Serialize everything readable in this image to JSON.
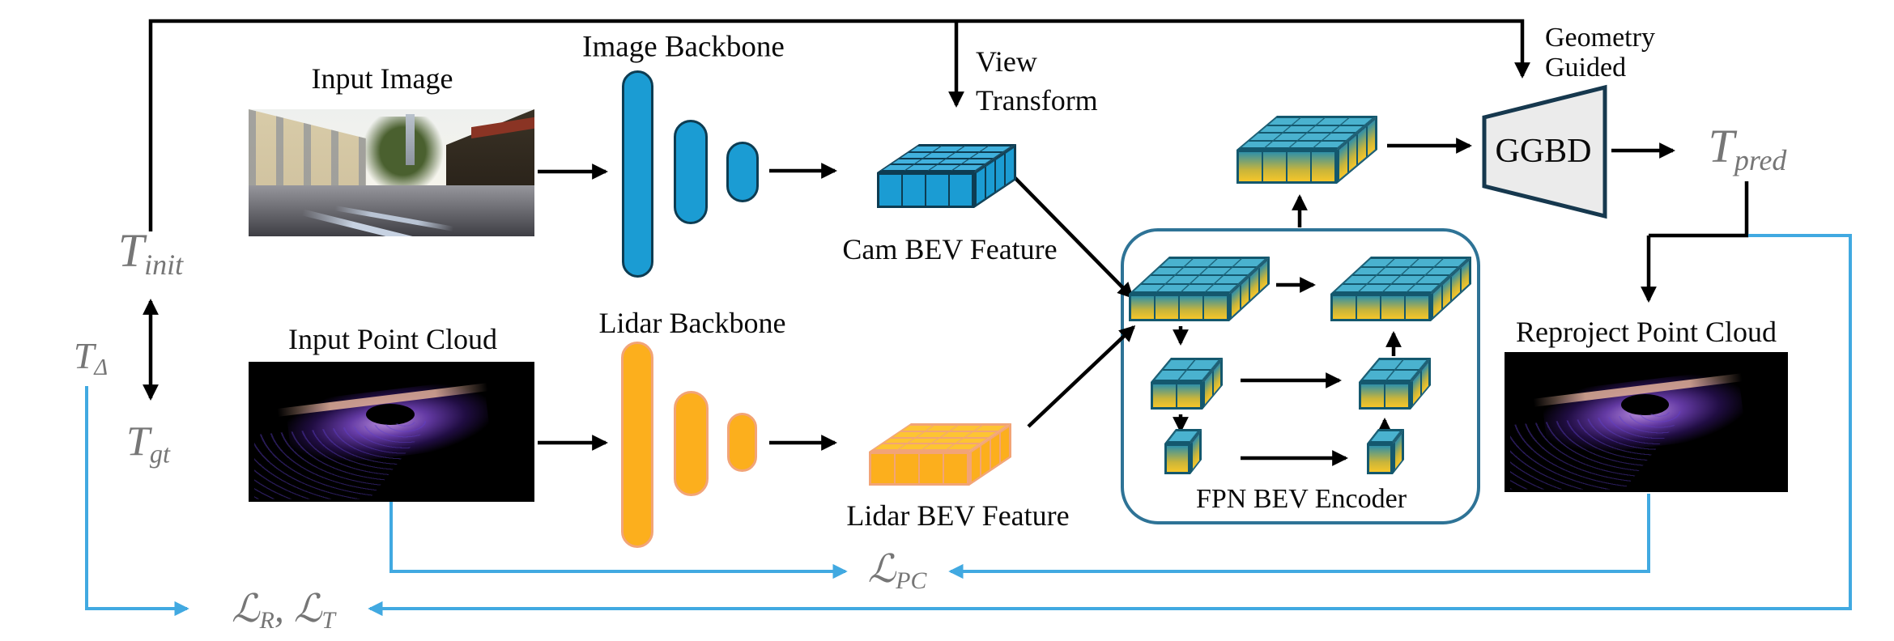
{
  "colors": {
    "loss_line": "#41a9e1",
    "arrow": "#000000",
    "gray_text": "#767676",
    "label_text": "#0a0a0a",
    "cam_fill": "#1b9cd3",
    "cam_top": "#41b1dd",
    "cam_stroke": "#0d3c52",
    "lidar_fill": "#fcaf1d",
    "lidar_top": "#fdc433",
    "lidar_stroke": "#f2a477",
    "grad_top_cell": "#4ab2cf",
    "grad_stroke": "#14586e",
    "grad_front_top": "#2f90a8",
    "grad_front_mid": "#c9b53a",
    "grad_front_bottom": "#f6c62a",
    "fpn_border": "#2e7396",
    "ggbd_fill": "#ebebeb",
    "ggbd_stroke": "#16384e"
  },
  "labels": {
    "input_image": "Input Image",
    "image_backbone": "Image Backbone",
    "view_transform": [
      "View",
      "Transform"
    ],
    "cam_bev_feature": "Cam BEV Feature",
    "input_point_cloud": "Input Point Cloud",
    "lidar_backbone": "Lidar Backbone",
    "lidar_bev_feature": "Lidar BEV Feature",
    "fpn_bev_encoder": "FPN BEV Encoder",
    "geometry_guided": [
      "Geometry",
      "Guided"
    ],
    "ggbd": "GGBD",
    "reproject_point_cloud": "Reproject Point Cloud"
  },
  "math": {
    "t_init": {
      "base": "T",
      "sub": "init"
    },
    "t_delta": {
      "base": "T",
      "sub": "Δ"
    },
    "t_gt": {
      "base": "T",
      "sub": "gt"
    },
    "t_pred": {
      "base": "T",
      "sub": "pred"
    },
    "loss_pc": {
      "base": "ℒ",
      "sub": "PC"
    },
    "loss_r": {
      "base": "ℒ",
      "sub": "R"
    },
    "loss_sep": ", ",
    "loss_t": {
      "base": "ℒ",
      "sub": "T"
    }
  }
}
